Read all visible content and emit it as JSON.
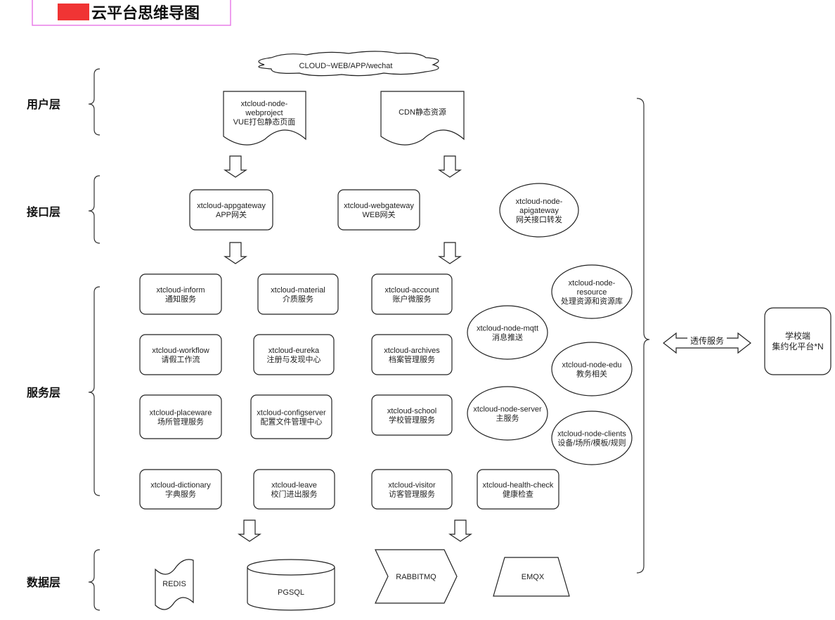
{
  "title": {
    "text": "云平台思维导图",
    "redacted_color": "#f03434",
    "border_color": "#e87de8"
  },
  "layers": {
    "user": "用户层",
    "interface": "接口层",
    "service": "服务层",
    "data": "数据层"
  },
  "cloud": "CLOUD~WEB/APP/wechat",
  "user_docs": [
    {
      "lines": [
        "xtcloud-node-",
        "webproject",
        "VUE打包静态页面"
      ]
    },
    {
      "lines": [
        "CDN静态资源"
      ]
    }
  ],
  "gateways": [
    {
      "lines": [
        "xtcloud-appgateway",
        "APP网关"
      ]
    },
    {
      "lines": [
        "xtcloud-webgateway",
        "WEB网关"
      ]
    },
    {
      "lines": [
        "xtcloud-node-",
        "apigateway",
        "网关接口转发"
      ]
    }
  ],
  "services": [
    {
      "lines": [
        "xtcloud-inform",
        "通知服务"
      ]
    },
    {
      "lines": [
        "xtcloud-material",
        "介质服务"
      ]
    },
    {
      "lines": [
        "xtcloud-account",
        "账户微服务"
      ]
    },
    {
      "lines": [
        "xtcloud-workflow",
        "请假工作流"
      ]
    },
    {
      "lines": [
        "xtcloud-eureka",
        "注册与发现中心"
      ]
    },
    {
      "lines": [
        "xtcloud-archives",
        "档案管理服务"
      ]
    },
    {
      "lines": [
        "xtcloud-placeware",
        "场所管理服务"
      ]
    },
    {
      "lines": [
        "xtcloud-configserver",
        "配置文件管理中心"
      ]
    },
    {
      "lines": [
        "xtcloud-school",
        "学校管理服务"
      ]
    },
    {
      "lines": [
        "xtcloud-dictionary",
        "字典服务"
      ]
    },
    {
      "lines": [
        "xtcloud-leave",
        "校门进出服务"
      ]
    },
    {
      "lines": [
        "xtcloud-visitor",
        "访客管理服务"
      ]
    },
    {
      "lines": [
        "xtcloud-health-check",
        "健康检查"
      ]
    }
  ],
  "node_services": [
    {
      "lines": [
        "xtcloud-node-",
        "resource",
        "处理资源和资源库"
      ]
    },
    {
      "lines": [
        "xtcloud-node-mqtt",
        "消息推送"
      ]
    },
    {
      "lines": [
        "xtcloud-node-edu",
        "教务相关"
      ]
    },
    {
      "lines": [
        "xtcloud-node-server",
        "主服务"
      ]
    },
    {
      "lines": [
        "xtcloud-node-clients",
        "设备/场所/模板/规则"
      ]
    }
  ],
  "bridge": "透传服务",
  "school": {
    "lines": [
      "学校端",
      "集约化平台*N"
    ]
  },
  "data_stores": [
    "REDIS",
    "PGSQL",
    "RABBITMQ",
    "EMQX"
  ]
}
